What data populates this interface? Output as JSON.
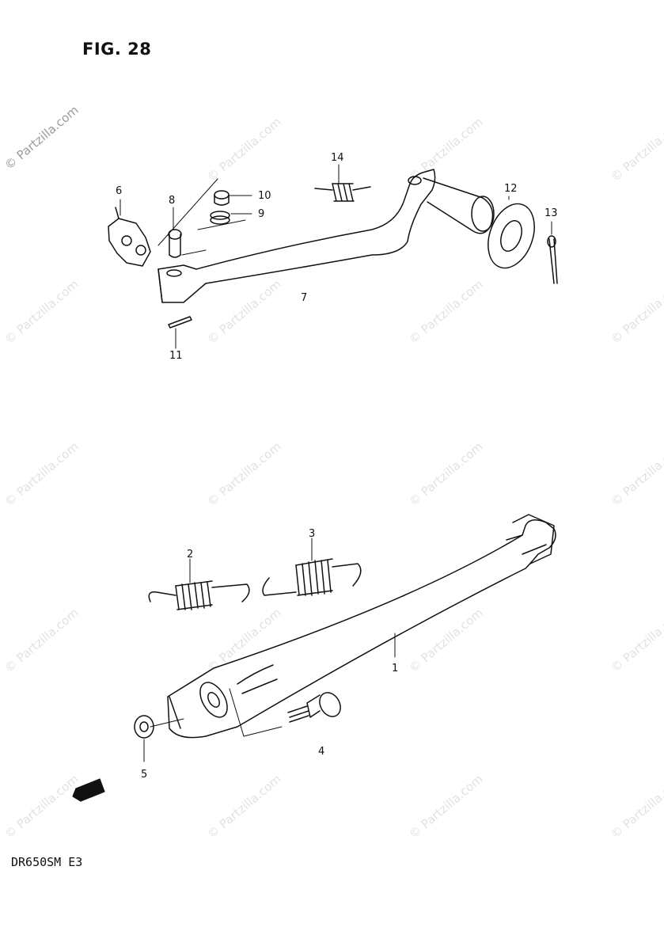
{
  "figure": {
    "title": "FIG. 28",
    "model": "DR650SM  E3"
  },
  "watermark": {
    "text": "© Partzilla.com"
  },
  "callouts": [
    "1",
    "2",
    "3",
    "4",
    "5",
    "6",
    "7",
    "8",
    "9",
    "10",
    "11",
    "12",
    "13",
    "14"
  ],
  "colors": {
    "ink": "#111111",
    "watermark": "#e2e2e2"
  }
}
